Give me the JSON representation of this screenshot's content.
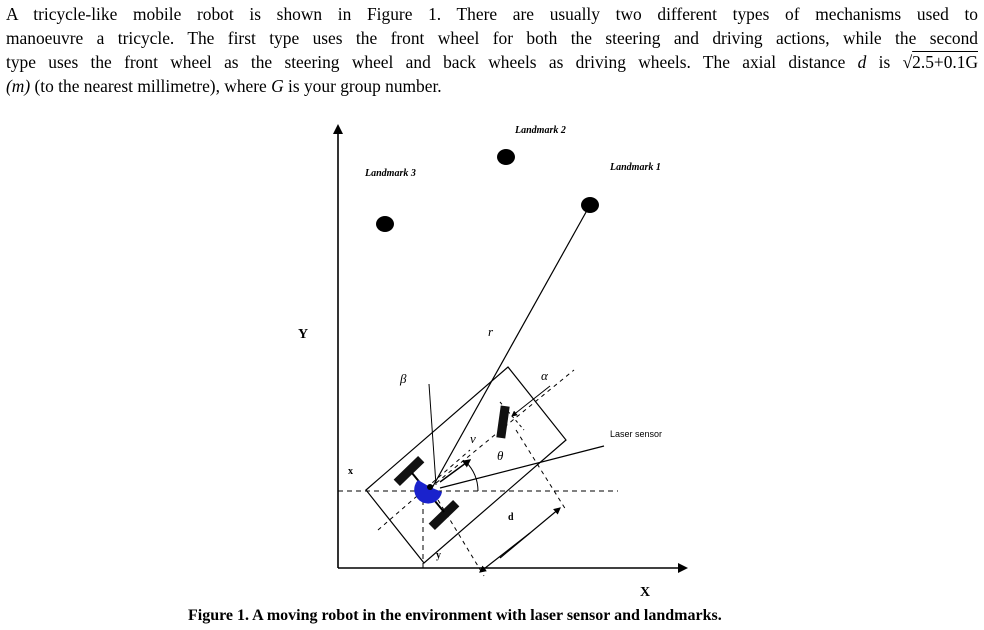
{
  "paragraph": {
    "line1": "A tricycle-like mobile robot is shown in Figure 1.  There are usually two different types of mechanisms used to",
    "line2": "manoeuvre a tricycle.  The first type uses the front wheel for both the steering and driving actions, while the second",
    "line3_a": "type uses the front wheel as the steering wheel and back wheels as driving wheels.  The axial distance ",
    "line3_var": "d",
    "line3_b": " is ",
    "sqrt_expr": "2.5+0.1G",
    "line4_unit": "(m)",
    "line4_a": " (to the nearest millimetre), where ",
    "line4_var": "G",
    "line4_b": " is your group number."
  },
  "figure": {
    "landmark1": "Landmark 1",
    "landmark2": "Landmark 2",
    "landmark3": "Landmark 3",
    "axis_y": "Y",
    "axis_x": "X",
    "label_r": "r",
    "label_beta": "β",
    "label_alpha": "α",
    "label_v": "v",
    "label_theta": "θ",
    "label_x": "x",
    "label_y": "y",
    "label_d": "d",
    "laser_sensor": "Laser sensor",
    "wheel_color": "#111111",
    "joint_color": "#1a22cc"
  },
  "caption": {
    "label": "Figure 1.",
    "text": "  A moving robot in the environment with laser sensor and landmarks."
  }
}
